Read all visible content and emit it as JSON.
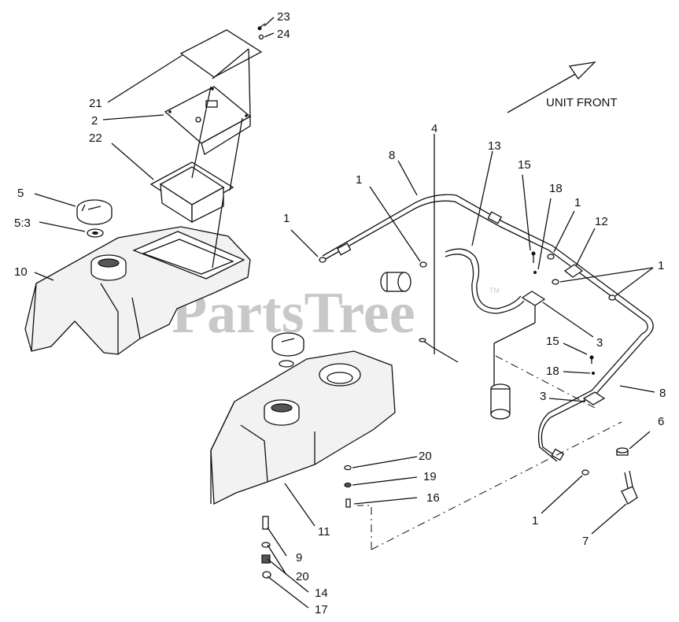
{
  "direction_label": "UNIT FRONT",
  "watermark": "PartsTree",
  "watermark_tm": "TM",
  "callouts": {
    "c23": "23",
    "c24": "24",
    "c21": "21",
    "c2": "2",
    "c22": "22",
    "c5": "5",
    "c5_3": "5:3",
    "c10": "10",
    "c8_top": "8",
    "c4": "4",
    "c13": "13",
    "c1_a": "1",
    "c1_b": "1",
    "c15_top": "15",
    "c18_top": "18",
    "c1_c": "1",
    "c12": "12",
    "c1_d": "1",
    "c3_top": "3",
    "c15_mid": "15",
    "c18_mid": "18",
    "c3_mid": "3",
    "c8_right": "8",
    "c6": "6",
    "c20_top": "20",
    "c19": "19",
    "c16": "16",
    "c11": "11",
    "c1_e": "1",
    "c7": "7",
    "c9": "9",
    "c20_bot": "20",
    "c14": "14",
    "c17": "17"
  }
}
